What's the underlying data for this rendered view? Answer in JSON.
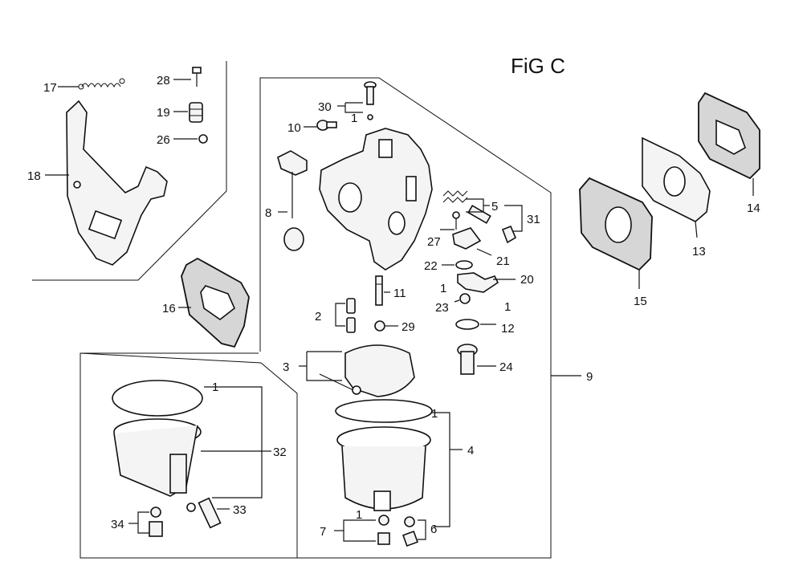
{
  "figure_title": "FiG C",
  "callouts": {
    "c17": "17",
    "c28": "28",
    "c19": "19",
    "c26": "26",
    "c18": "18",
    "c30": "30",
    "c1_top": "1",
    "c10": "10",
    "c8": "8",
    "c5": "5",
    "c31": "31",
    "c27": "27",
    "c21": "21",
    "c22": "22",
    "c20": "20",
    "c1_23": "1",
    "c23": "23",
    "c1_12": "1",
    "c12": "12",
    "c11": "11",
    "c2": "2",
    "c29": "29",
    "c16": "16",
    "c24": "24",
    "c3": "3",
    "c9": "9",
    "c1_32": "1",
    "c32": "32",
    "c33": "33",
    "c34": "34",
    "c1_4": "1",
    "c4": "4",
    "c7": "7",
    "c1_7": "1",
    "c6": "6",
    "c15": "15",
    "c13": "13",
    "c14": "14"
  }
}
